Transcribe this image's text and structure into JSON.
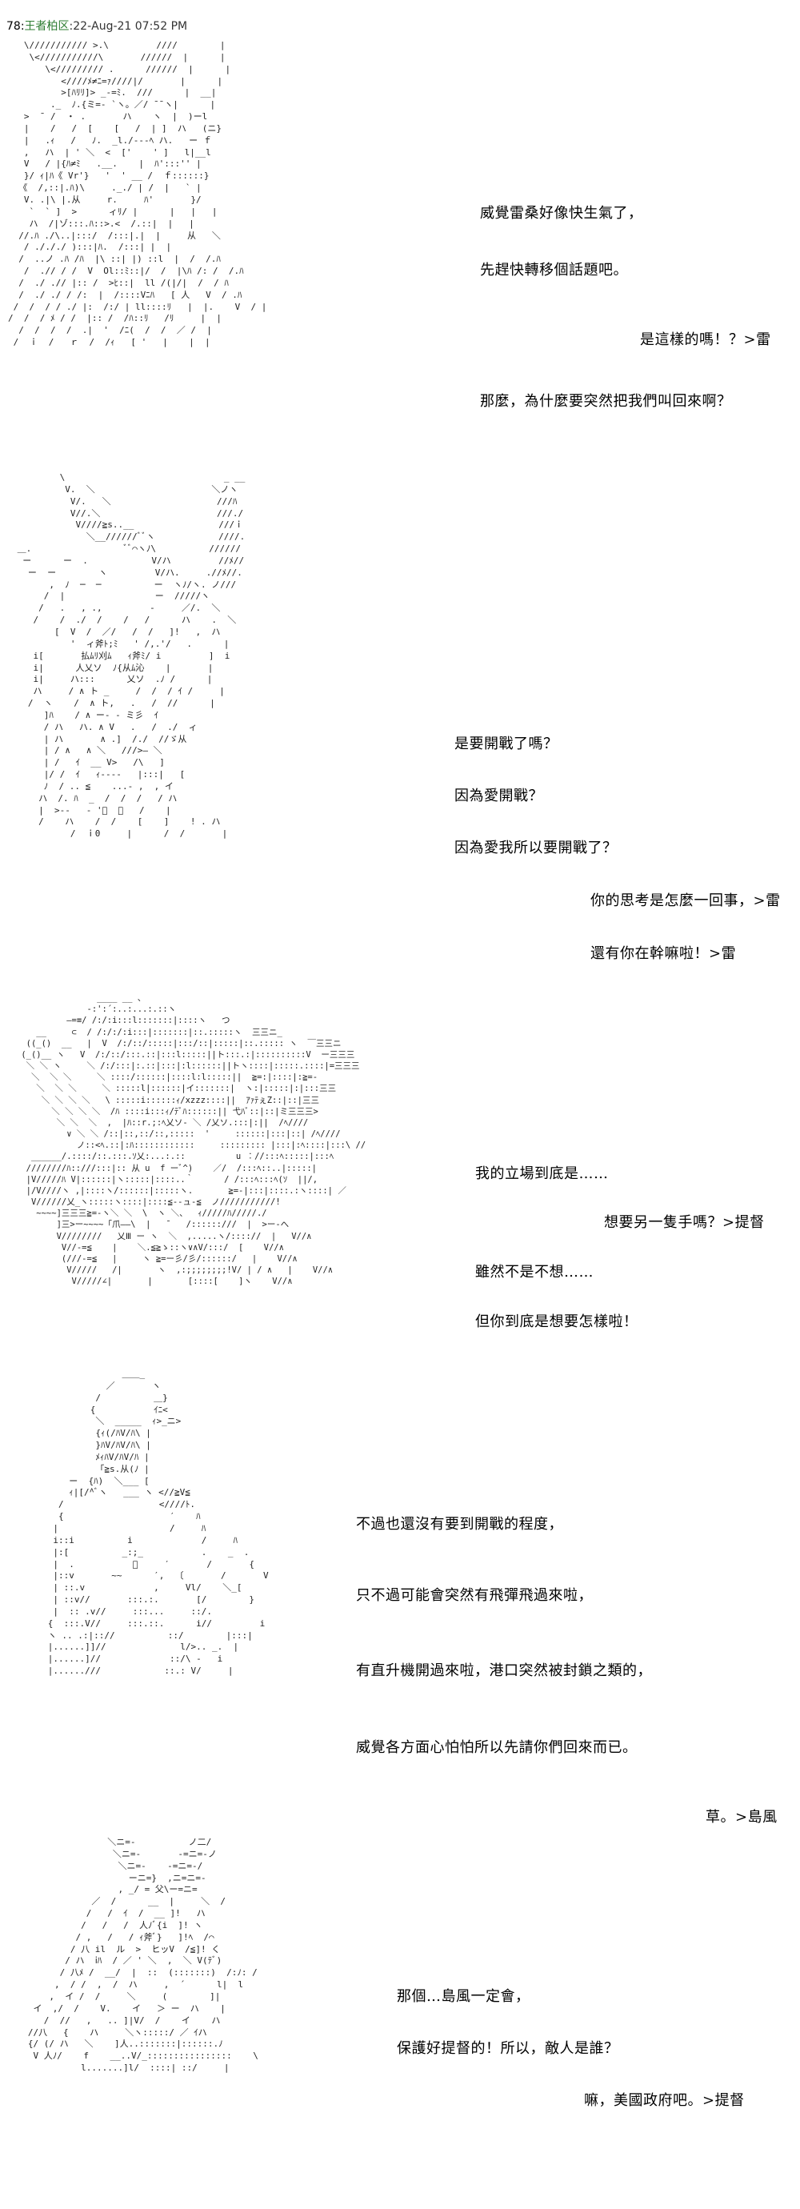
{
  "header": {
    "number": "78:",
    "name": "王者柏区",
    "timestamp": ":22-Aug-21 07:52 PM"
  },
  "panels": [
    {
      "art": "   \\/////////// >.\\         ////        |\n    \\<///////////\\       //////  |      |\n       \\<///////// .      //////  |      |\n          <////ﾒ≠ﾆ=ｧ////|/       |      |\n          >[ﾊﾘﾘ]> _-=ﾐ.  ///      |  __|\n        ._  ﾉ.{ミ=- `ヽ。／/ ̄ ̄ ヽ|      |\n   >  ̄  /  ・ .       ハ    ヽ  |  )ーl\n   |    /   /  [    [   /  | ]  ハ   (ニ}\n   |   .ｨ   /   ﾉ.  _l./---ﾍ ハ.   ー ｆ\n   ,   ハ  | ' ＼  <  ['    ' ]   l|__l\n   V   / |{ﾊ≠ﾐ   .__.    |  ﾊ':::'' |\n   }/ ｨ|ﾊ《 Vr'}   '  ' __ /  ｆ::::::}\n  《  /,::|.ﾊ)\\     ._./ | /  |   ` |\n   V. .|\\ |.从     r.     ﾊ'       }/\n    `  ` ]  >      ィﾘ/ |      |   |   |\n    ハ  /|ゾ:::.ﾊ::>.<  /.::|  |   |\n  //.ﾊ ./\\..|:::/  /:::|.|  |     从   ＼\n   / ./././ ):::|ﾊ.  /:::| |  |\n  /  ..ノ .ﾊ /ﾊ  |\\ ::| |) ::l  |  /  /.ﾊ\n   /  .// / /  V  Ol::ﾐ::|/  /  |\\ﾊ /: /  /.ﾊ\n  /  ./ .// |:: /  >ﾋ::|  ll /(|/|  /  / ﾊ\n  /  ./ ./ / /:  |  /::::Vﾆﾊ   [ 人   V  / .ﾊ\n /  /  / / ./ |:  /:/ | ll::::ﾘ   |  |.    V  / |\n/  /  / ﾒ / /  |:: /  /ﾊ::ﾘ   /ﾘ     |  |\n  /  /  /  /  .|  '  /ﾆ(  /  /  ／ /  |\n /  ｉ  /   ｒ  /  /ｨ   [ '   |    |  |",
      "lines": [
        {
          "text": "威覺雷桑好像快生氣了，"
        },
        {
          "text": "先趕快轉移個話題吧。"
        },
        {
          "text": "是這樣的嗎！？>雷"
        },
        {
          "text": "那麼，為什麼要突然把我們叫回來啊？"
        }
      ]
    },
    {
      "art": "         \\                              _ __\n          V.  ＼                      ＼ノヽ\n           V/.   ＼                    ///ﾊ\n           V//.＼                      ///./\n            V////≧s..__                ///ｉ\n              ＼__//////ﾞﾞヽ            ////.\n ＿.                  ﾞﾞ⌒ヽﾉ\\          //////\n  ー      ー  .            V/ハ         //ﾒ//\n   ー  ー        ヽ         V/ハ.     .//ﾒ//.\n       ,  ﾉ  ─  ─          ー  ヽﾉ/ヽ. ノ///\n      /  |                 ー  /////ヽ\n     /   .   , .,         -     ／/.  ＼\n    /    /  ./  /    /   /      ハ    .  ＼\n        [  V  /  ／/   /  /   ]!   ,  ハ\n           '  ィ斧ﾄ;ﾐ   ' /,.'/   .      |\n    i[       払ﾑﾘ刈ﾑ   ｨ斧ﾐ/ i         ]  i\n    i|      人乂ソ  ﾉ{从ﾑ沁    |       |\n    i|     ハ:::      乂ソ  .ﾉ /      |\n    ハ     / ∧ ト _     /  /  / ｲ /     |\n   /  ヽ    /  ∧ ト,   .   /  //      |\n      ]ﾊ    / ∧ ー- - ミ彡  ｲ\n      / ハ   ハ. ∧ V   .   /  ./  ィ\n      | ハ       ∧ .]  /./  //ゞ从\n      | / ∧   ∧ ＼   ///>― ＼\n      | /   ｲ  __ V>   /\\   ]\n      |/ /  ｲ   ｨ----   |:::|   [\n      ﾉ  / .. ≦    ...- ,  , イ\n     ハ  /. ﾊ  _  /  /  /   / ハ\n     |  >--   - 'ﾞ  ー   /    |\n     /    ハ    /  /    [    ]    ! . ハ\n           /  ｉ0     |      /  /       |",
      "lines": [
        {
          "text": "是要開戰了嗎？"
        },
        {
          "text": "因為愛開戰？"
        },
        {
          "text": "因為愛我所以要開戰了？"
        },
        {
          "text": "你的思考是怎麼一回事，>雷"
        },
        {
          "text": "還有你在幹嘛啦！>雷"
        }
      ]
    },
    {
      "art": "                ____ __ 、\n              -:':´:..:...:.::ヽ\n          ―=≡/ /:/:i:::l:::::::|::::ヽ   つ\n    __     ⊂  / /:/:/:i:::|:::::::|::.:::::ヽ  三三ニ_\n  ((_()  __   |  V  /:/::/:::::|:::/::|:::::|::.::::: ヽ  ￣三三ニ\n (_()__ ヽ   V  /:/::/:::.::|:::l:::::||ト:::.:|::::::::::V  ー三三三\n  ＼ ＼ ヽ     ＼ /:/:::|:.::|:::|:l::::::||トヽ::::|:::::.::::|=三三三\n   ＼  ＼ ＼     ＼ ::::/::::::|::::l:l:::::||  ≧=:|::::|:≧=-\n    ＼  ＼ ＼     ＼ :::::l|::::::|イ:::::::|  ヽ:|:::::|:|:::三三\n     ＼ ＼ ＼ ＼   \\ :::::i::::::ｨ/xzzz::::||  ｱｧﾃぇZ::|::|三三\n       ＼ ＼ ＼ ＼  /ﾊ ::::i:::ｨ/ﾃﾞﾊ::::::|| 弋ﾊﾞ::|::|ミ三三三>\n        ＼ ＼  ＼  ,  |ﾊ::r.;:ﾍ乂ソ- ＼ /乂ソ.:::|:||  /ﾍ////\n          ∨ ＼ ＼ /::|::,::/::,:::::  '     ::::::|:::|::| /ﾍ////\n            ノ::<ﾍ.::|:ﾊ::::::::::::     ::::::::: |:::|:ﾍ::::|:::\\ //\n   ______/.::::/::.:::.ｿ乂:...:.::          u ︰//:::ﾍ:::::|:::ﾍ\n  ////////ﾊ::///:::|:: 从 u  f ーﾞ^)    ／/  /:::ﾍ::..|:::::|\n  |V/////ﾊ V|::::::|ヽ:::::|::::..｀      / /:::ﾍ:::ﾍ(ｿ  ||/,\n  |/V////ヽ ,|::::ヽ/::::::|:::::ヽ.       ≧=-|:::|::::.:ヽ::::| ／\n   V//////乂_ヽ:::::ヽ::::|::::≦--ュ‐≦  ノ///////////!\n    ~~~~]三三三≧=-ヽ＼ ＼  \\  ヽ ＼、  ｨ/////ﾊ/////./\n        ]三>ー~~~~「爪――\\  |   ¯   /::::::///  |  >ー-へ\n        V////////   乂Ⅲ ー ヽ  ＼  ,.....ヽ/:::://  |   V//∧\n         V//‐=≦    |    ＼.≦≧ゝ::ヽ∨∧V/:::/  [    V//∧\n         (///‐=≦   |     ヽ ≧=ー彡/彡/::::::/   |    V//∧\n          V/////   /|       ヽ  ,:;;;;;;;;!V/ | / ∧   |    V//∧\n           V/////∠|       |       [::::[    ]ヽ    V//∧",
      "lines": [
        {
          "text": "我的立場到底是……"
        },
        {
          "text": "想要另一隻手嗎？>提督"
        },
        {
          "text": "雖然不是不想……"
        },
        {
          "text": "但你到底是想要怎樣啦！"
        }
      ]
    },
    {
      "art": "                    ＿＿_\n                 ／       ヽ\n               /          ＿}\n              {           ｲﾆ<\n               ＼  _____  ｨ>_ニ>\n               {ｨ(/ﾊV/ﾊ\\ |\n               }ﾊV/ﾊV/ﾊ\\ |\n               ﾒｨﾊV/ﾊV/ﾊ |\n               「≧s.从(ﾉ |\n          ー  {ﾊ)  ＼___ [\n          ｨ|[/^ﾞヽ   ___ ヽ <//≧V≦\n        /                  <////ﾄ.\n        {                    ′    ﾊ\n       |                     /     ﾊ\n       i::i          i             /     ﾊ\n       |:[          _:;_           .    _  .\n       |  .           ﾞ     ′       /       {\n       |::v       ~~      ′,  〔       /       V\n       | ::.v             ,     Vl/    ＼_[\n       | ::v//       :::.:.       [/        }\n       |  :: .v//     :::...     ::/.\n      {  :::.V//     :::.::.      i//         i\n      ヽ .. .:|:://          ::/        |:::|\n      |......]]//              l/>.. _.  |\n      |......]//             ::/\\ -   i\n      |......///            ::.: V/     |",
      "lines": [
        {
          "text": "不過也還沒有要到開戰的程度，"
        },
        {
          "text": "只不過可能會突然有飛彈飛過來啦，"
        },
        {
          "text": "有直升機開過來啦，港口突然被封鎖之類的，"
        },
        {
          "text": "威覺各方面心怕怕所以先請你們回來而已。"
        },
        {
          "text": "草。>島風"
        }
      ]
    },
    {
      "art": "                  ＼ニ=-          ノ二/\n                   ＼ニ=-       -=ニ=-ノ\n                    ＼ニ=-    -=ニ=-/\n                      ーニ=}  ,ニ=ニ=-\n                    , _/ = 父\\ー=ニ=\n               ／  /      __  |     ＼  /\n              /   /  ｲ  /  __ ]!   ハ\n             /   /   /  人ﾉﾞ{i  ]! ヽ\n            / ,   /   / ｨ斧ﾞ}   ]!ﾍ  /⌒\n           / 八 il  ル  >  ヒッV  /≦]! く\n          / ハ  ⅰﾊ  / ／ ' ＼  ,  ＼ V(ﾃﾞ)\n         / 八ﾒ /  __/  |  ::  (:::::::)  /:ﾉ: /\n        ,  / /  ,  /  ハ     ,  ´      l|  l\n       ,  イ /  /     ＼     (        ]|\n    イ  ,/  /    V.    イ   ＞ ー  ハ    |\n      /  //   ,   .. ]|V/  /    イ    ハ\n   //八   {    ハ     ＼ヽ:::::/ ／ ｲハ\n   {/ (/ ハ   ＼    ]人..:::::::|::::::.ﾉ\n    V 人ﾉ/    f    __..V/_::::::::::::::::    \\\n             l.......]l/  ::::| ::/     |",
      "lines": [
        {
          "text": "那個…島風一定會，"
        },
        {
          "text": "保護好提督的！所以，敵人是誰？"
        },
        {
          "text": "嘛，美國政府吧。>提督"
        }
      ]
    }
  ]
}
